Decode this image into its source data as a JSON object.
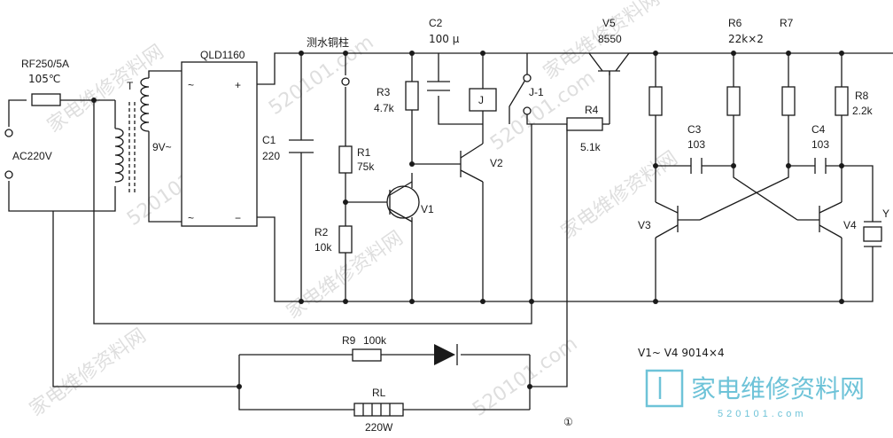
{
  "labels": {
    "rf": "RF250/5A",
    "rf_temp": "105℃",
    "transformer": "T",
    "mains": "AC220V",
    "secondary_voltage": "9V~",
    "bridge": "QLD1160",
    "bridge_plus": "+",
    "bridge_minus": "−",
    "bridge_ac1": "~",
    "bridge_ac2": "~",
    "c1_name": "C1",
    "c1_value": "220",
    "probe": "测水铜柱",
    "r1_name": "R1",
    "r1_value": "75k",
    "r2_name": "R2",
    "r2_value": "10k",
    "r3_name": "R3",
    "r3_value": "4.7k",
    "c2_name": "C2",
    "c2_value": "100 μ",
    "relay": "J",
    "relay_contact": "J-1",
    "v1": "V1",
    "v2": "V2",
    "r4_name": "R4",
    "r4_value": "5.1k",
    "v5_name": "V5",
    "v5_value": "8550",
    "r6_name": "R6",
    "r6_value": "22k×2",
    "r7_name": "R7",
    "r8_name": "R8",
    "r8_value": "2.2k",
    "c3_name": "C3",
    "c3_value": "103",
    "c4_name": "C4",
    "c4_value": "103",
    "v3": "V3",
    "v4": "V4",
    "buzzer": "Y",
    "r9_name": "R9",
    "r9_value": "100k",
    "rl_name": "RL",
    "rl_value": "220W",
    "transistor_note": "V1~ V4  9014×4",
    "figure_number": "①"
  },
  "watermark": {
    "logo_text": "家电维修资料网",
    "logo_sub": "520101.com",
    "repeat_text": "家电维修资料网",
    "repeat_url": "520101.com"
  }
}
